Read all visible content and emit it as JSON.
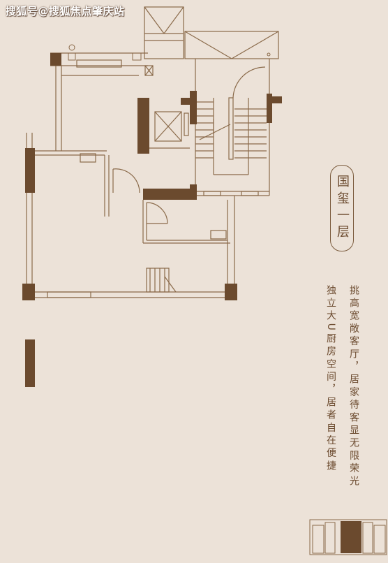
{
  "watermark": "搜狐号@搜狐焦点肇庆站",
  "floor_label": "国玺一层",
  "description": {
    "line1": "挑高宽敞客厅，居家待客显无限荣光",
    "line2": "独立大U厨房空间，居者自在便捷"
  },
  "colors": {
    "background": "#ece2d8",
    "wall": "#6b4a2e",
    "line": "#8a6a4a",
    "text": "#6b4a2e"
  }
}
